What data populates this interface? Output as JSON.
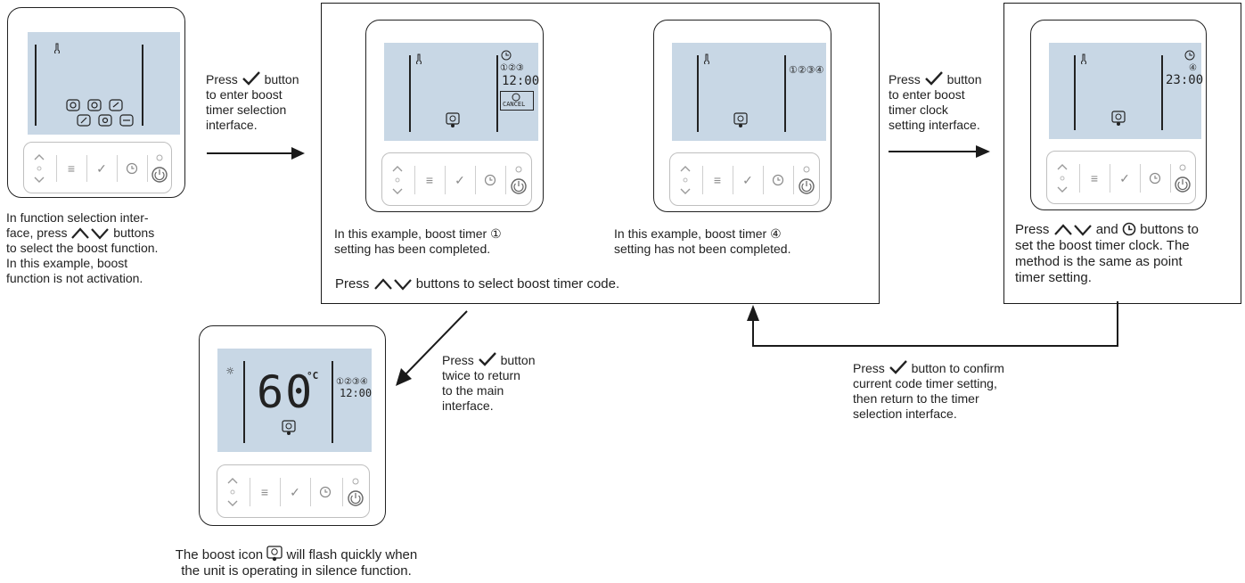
{
  "panel_a": {
    "caption": [
      "In function selection inter-",
      "face, press",
      "buttons",
      "to select the boost function.",
      "In this example, boost",
      "function is not activation."
    ]
  },
  "arrow_1": {
    "label": [
      "Press",
      "button",
      "to enter boost",
      "timer selection",
      "interface."
    ]
  },
  "panel_b": {
    "screen_time": "12:00",
    "screen_codes": "①②③",
    "cancel_label": "CANCEL",
    "caption": [
      "In this example, boost timer ①",
      "setting has been completed."
    ]
  },
  "panel_c": {
    "screen_codes": "①②③④",
    "caption": [
      "In this example, boost timer ④",
      "setting has not been completed."
    ]
  },
  "group_caption": {
    "before": "Press",
    "after": "buttons to select boost timer code."
  },
  "arrow_2": {
    "label": [
      "Press",
      "button",
      "to enter boost",
      "timer clock",
      "setting interface."
    ]
  },
  "panel_d": {
    "screen_code": "④",
    "screen_time": "23:00",
    "caption": [
      "Press",
      "and",
      "buttons to",
      "set the boost timer clock. The",
      "method is the same as point",
      "timer setting."
    ]
  },
  "return_arrow": {
    "label": [
      "Press",
      "button to confirm",
      "current code timer setting,",
      "then return to the timer",
      "selection interface."
    ]
  },
  "down_arrow": {
    "label": [
      "Press",
      "button",
      "twice to return",
      "to the main",
      "interface."
    ]
  },
  "panel_e": {
    "temperature": "60",
    "unit": "°C",
    "screen_codes": "①②③④",
    "screen_time": "12:00",
    "caption": [
      "The boost icon",
      "will flash quickly when",
      "the unit is operating in silence function."
    ]
  }
}
